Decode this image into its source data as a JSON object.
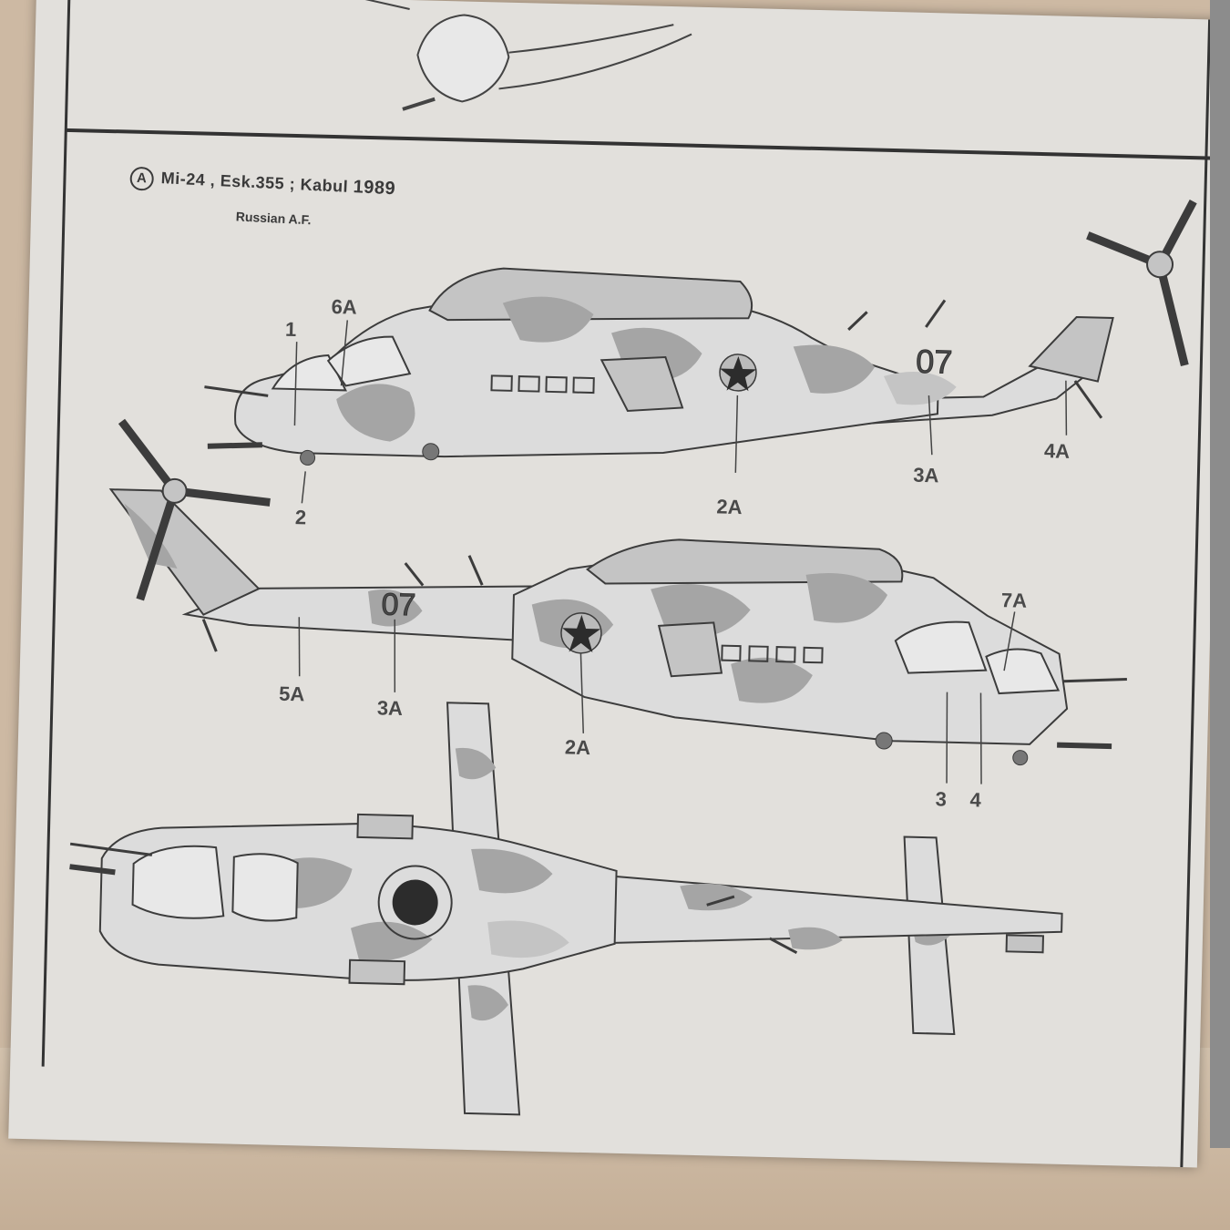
{
  "header": {
    "variant_badge": "A",
    "aircraft": "Mi-24",
    "unit": ", Esk.355 ;",
    "location": "Kabul",
    "year": "1989",
    "operator": "Russian A.F."
  },
  "fuselage_number": "07",
  "top_view_callouts": [
    "1",
    "6A",
    "2",
    "2A",
    "3A",
    "4A"
  ],
  "side_view_callouts": [
    "7A",
    "5A",
    "3A",
    "2A",
    "3",
    "4"
  ],
  "colors": {
    "paper": "#e2e0dc",
    "camo_dark": "#a5a5a5",
    "camo_mid": "#c4c4c4",
    "camo_light": "#dcdcdc",
    "star": "#2c2c2c",
    "line": "#3c3c3c"
  }
}
